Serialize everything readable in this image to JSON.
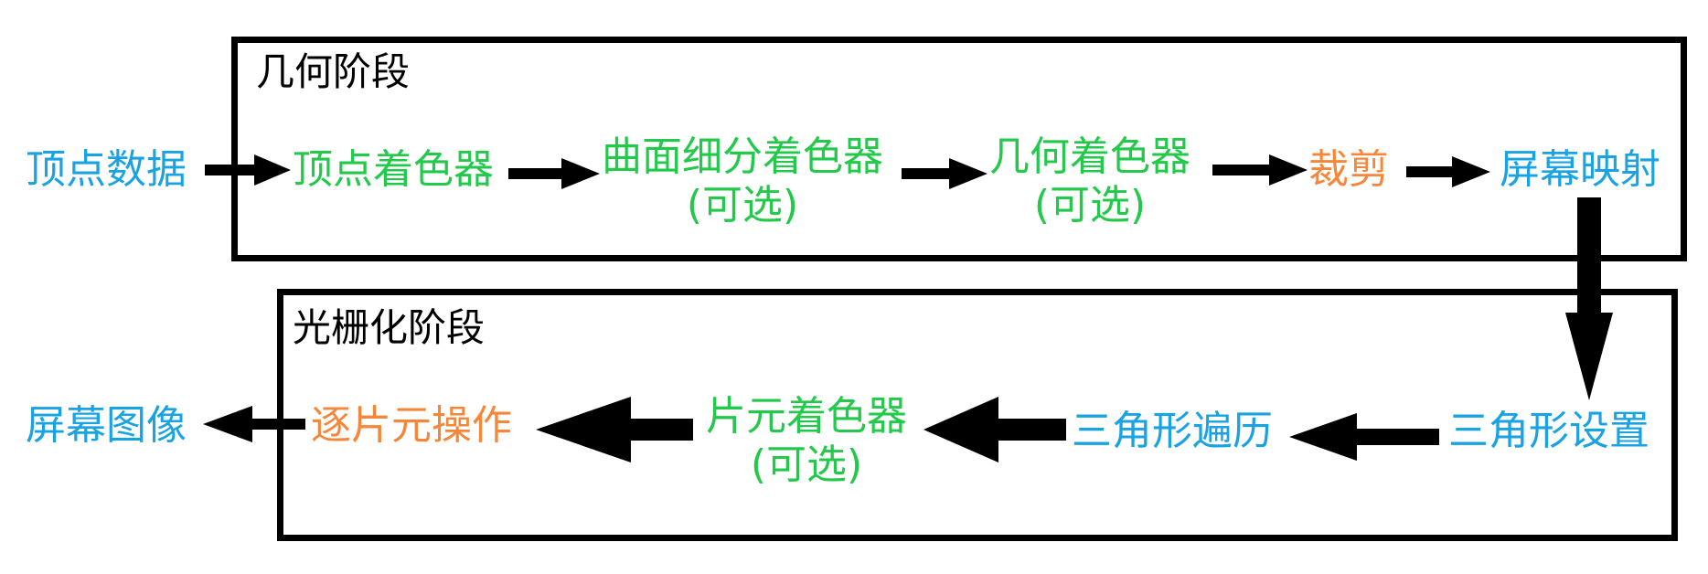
{
  "colors": {
    "frame": "#000000",
    "stage_title": "#000000",
    "data": "#1aa3e3",
    "programmable": "#22c94a",
    "configurable": "#f5873a",
    "fixed": "#1aa3e3",
    "arrow": "#000000"
  },
  "stages": {
    "geometry": {
      "title": "几何阶段"
    },
    "raster": {
      "title": "光栅化阶段"
    }
  },
  "nodes": {
    "vertex_data": {
      "label": "顶点数据",
      "sub": "",
      "color": "#1aa3e3"
    },
    "vertex_shader": {
      "label": "顶点着色器",
      "sub": "",
      "color": "#22c94a"
    },
    "tessellation_shader": {
      "label": "曲面细分着色器",
      "sub": "(可选)",
      "color": "#22c94a"
    },
    "geometry_shader": {
      "label": "几何着色器",
      "sub": "(可选)",
      "color": "#22c94a"
    },
    "clipping": {
      "label": "裁剪",
      "sub": "",
      "color": "#f5873a"
    },
    "screen_mapping": {
      "label": "屏幕映射",
      "sub": "",
      "color": "#1aa3e3"
    },
    "triangle_setup": {
      "label": "三角形设置",
      "sub": "",
      "color": "#1aa3e3"
    },
    "triangle_traversal": {
      "label": "三角形遍历",
      "sub": "",
      "color": "#1aa3e3"
    },
    "fragment_shader": {
      "label": "片元着色器",
      "sub": "(可选)",
      "color": "#22c94a"
    },
    "per_fragment_ops": {
      "label": "逐片元操作",
      "sub": "",
      "color": "#f5873a"
    },
    "screen_image": {
      "label": "屏幕图像",
      "sub": "",
      "color": "#1aa3e3"
    }
  },
  "edges": [
    [
      "vertex_data",
      "vertex_shader"
    ],
    [
      "vertex_shader",
      "tessellation_shader"
    ],
    [
      "tessellation_shader",
      "geometry_shader"
    ],
    [
      "geometry_shader",
      "clipping"
    ],
    [
      "clipping",
      "screen_mapping"
    ],
    [
      "screen_mapping",
      "triangle_setup"
    ],
    [
      "triangle_setup",
      "triangle_traversal"
    ],
    [
      "triangle_traversal",
      "fragment_shader"
    ],
    [
      "fragment_shader",
      "per_fragment_ops"
    ],
    [
      "per_fragment_ops",
      "screen_image"
    ]
  ]
}
